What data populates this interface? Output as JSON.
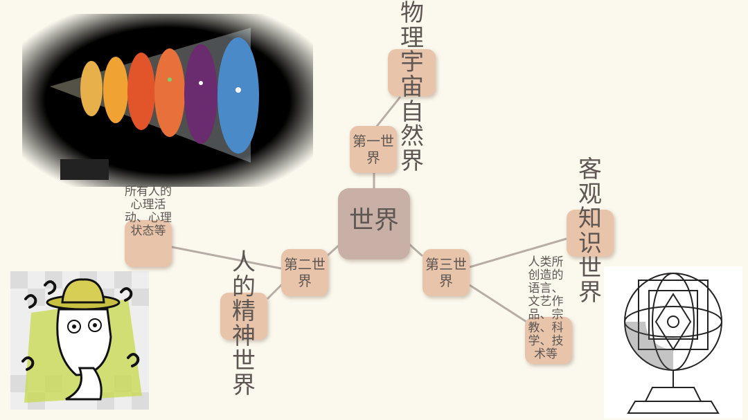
{
  "root": {
    "label": "世界"
  },
  "world1": {
    "label": "第一世界",
    "child_label": "物理宇宙自然界"
  },
  "world2": {
    "label": "第二世界",
    "child_label": "人的精神世界",
    "detail": "所有人的心理活动、心理状态等"
  },
  "world3": {
    "label": "第三世界",
    "child_label": "客观知识世界",
    "detail": "人类所创造的语言、文艺作品、宗教、科学、技术等"
  },
  "colors": {
    "node_fill": "#e8c4ab",
    "root_fill": "#c9b0a6",
    "text": "#5e5652",
    "line": "#b7ada7",
    "background": "#fbf9ee"
  },
  "illustrations": [
    "universe-timeline",
    "confused-man-cartoon",
    "armillary-sphere-engraving"
  ]
}
